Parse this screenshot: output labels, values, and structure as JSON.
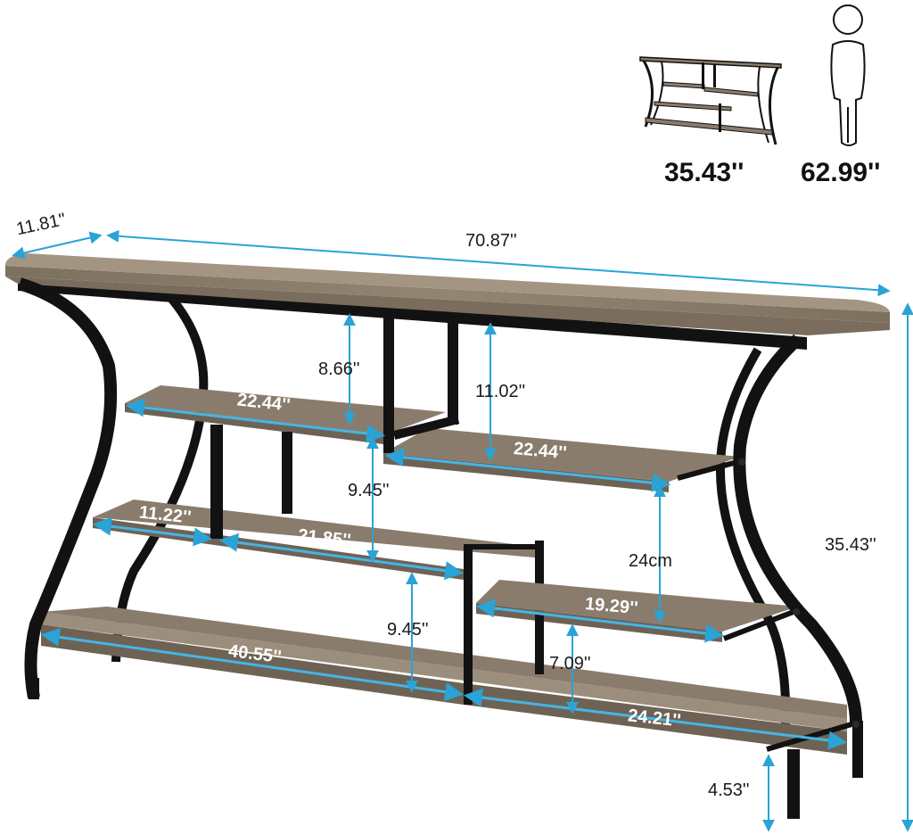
{
  "colors": {
    "wood_top": "#8a7c6c",
    "wood_face": "#6e6255",
    "wood_light": "#9c8e7d",
    "metal": "#121212",
    "dimension_line": "#2aa3d6",
    "shelf_highlight": "#43b6e6"
  },
  "dimensions": {
    "depth": "11.81''",
    "width": "70.87''",
    "height_right": "35.43''",
    "top_gap_left": "8.66''",
    "top_gap_right": "11.02''",
    "shelf1_left": "22.44''",
    "shelf1_right": "22.44''",
    "gap_middle": "9.45''",
    "shelf2_small": "11.22''",
    "shelf2_main": "21.85''",
    "gap_cm": "24cm",
    "shelf3_right": "19.29''",
    "gap_lower": "9.45''",
    "gap_small": "7.09''",
    "bottom_left": "40.55''",
    "bottom_right": "24.21''",
    "floor_clearance": "4.53''"
  },
  "comparison": {
    "table_height": "35.43''",
    "person_height": "62.99''"
  },
  "icons": [
    "console-table-icon",
    "person-icon"
  ]
}
